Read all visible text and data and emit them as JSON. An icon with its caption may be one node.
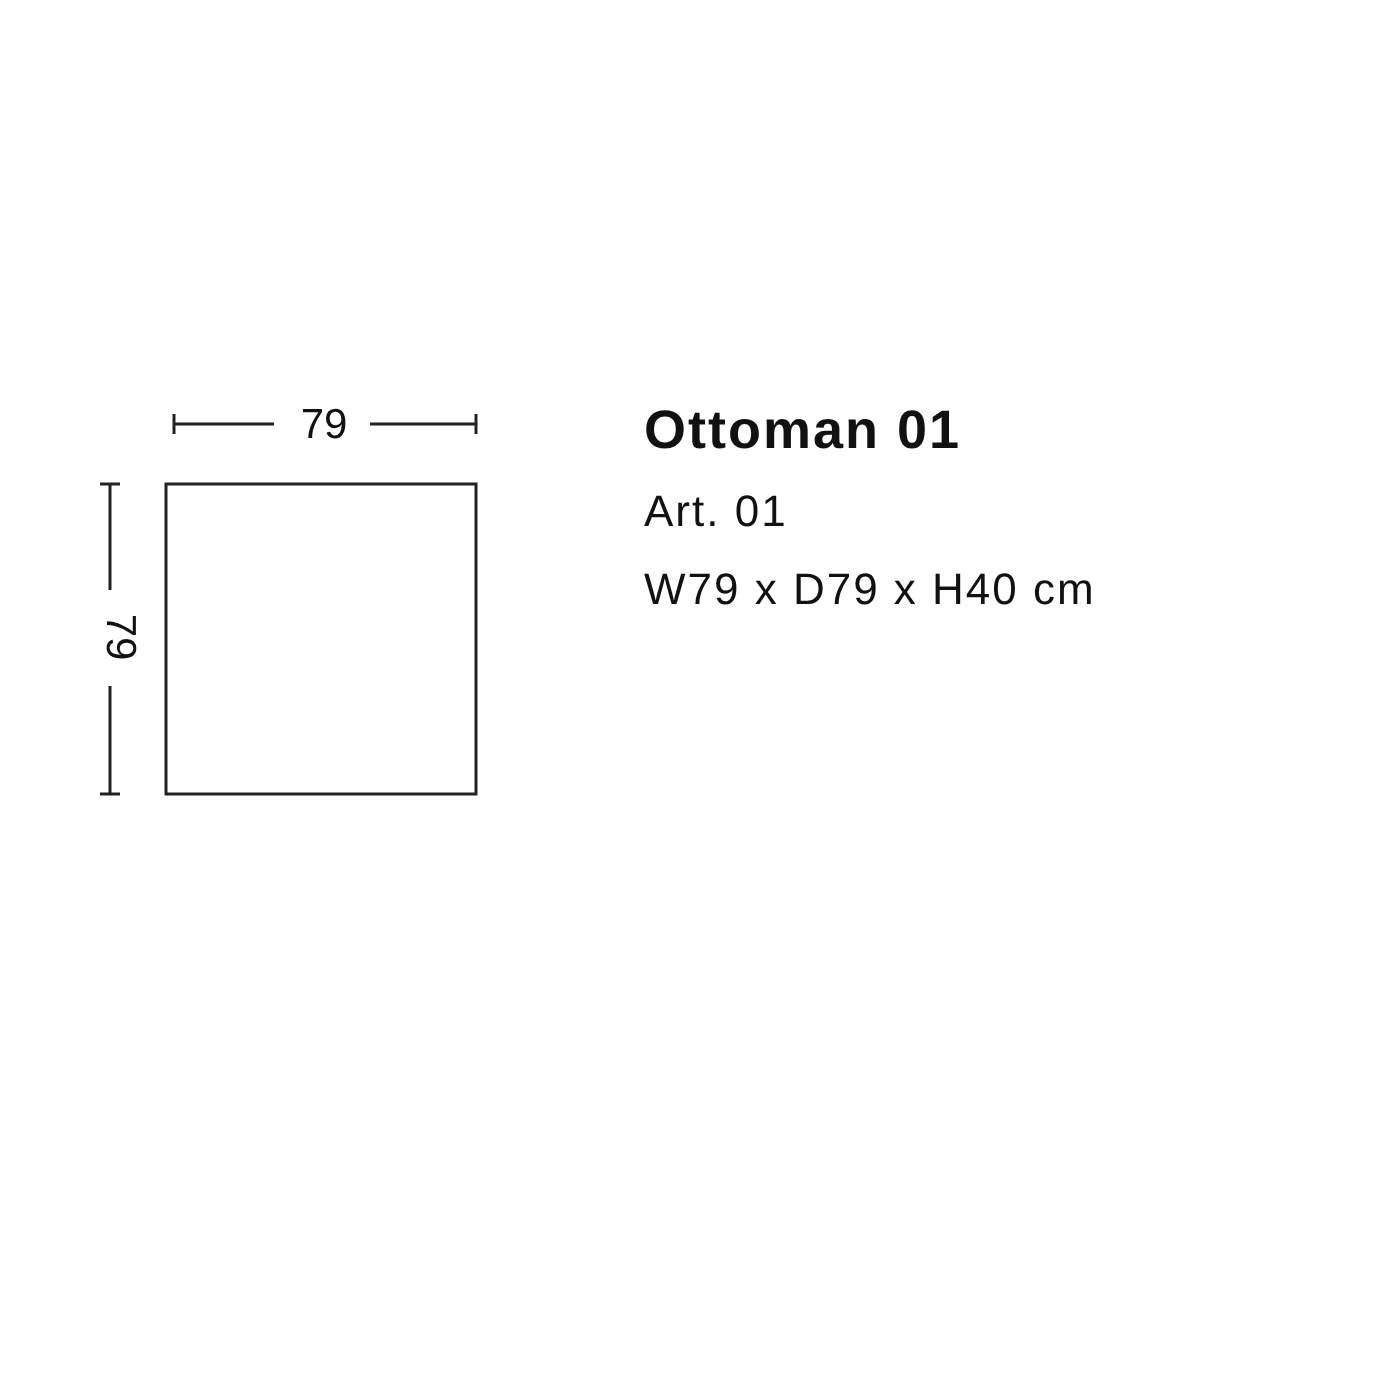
{
  "diagram": {
    "title": "Ottoman 01",
    "nodes": [
      {
        "text": [],
        "shape": "box"
      }
    ],
    "labels": [
      "79",
      "Art. 01",
      "W79 x D79 x H40 cm",
      "79"
    ]
  }
}
